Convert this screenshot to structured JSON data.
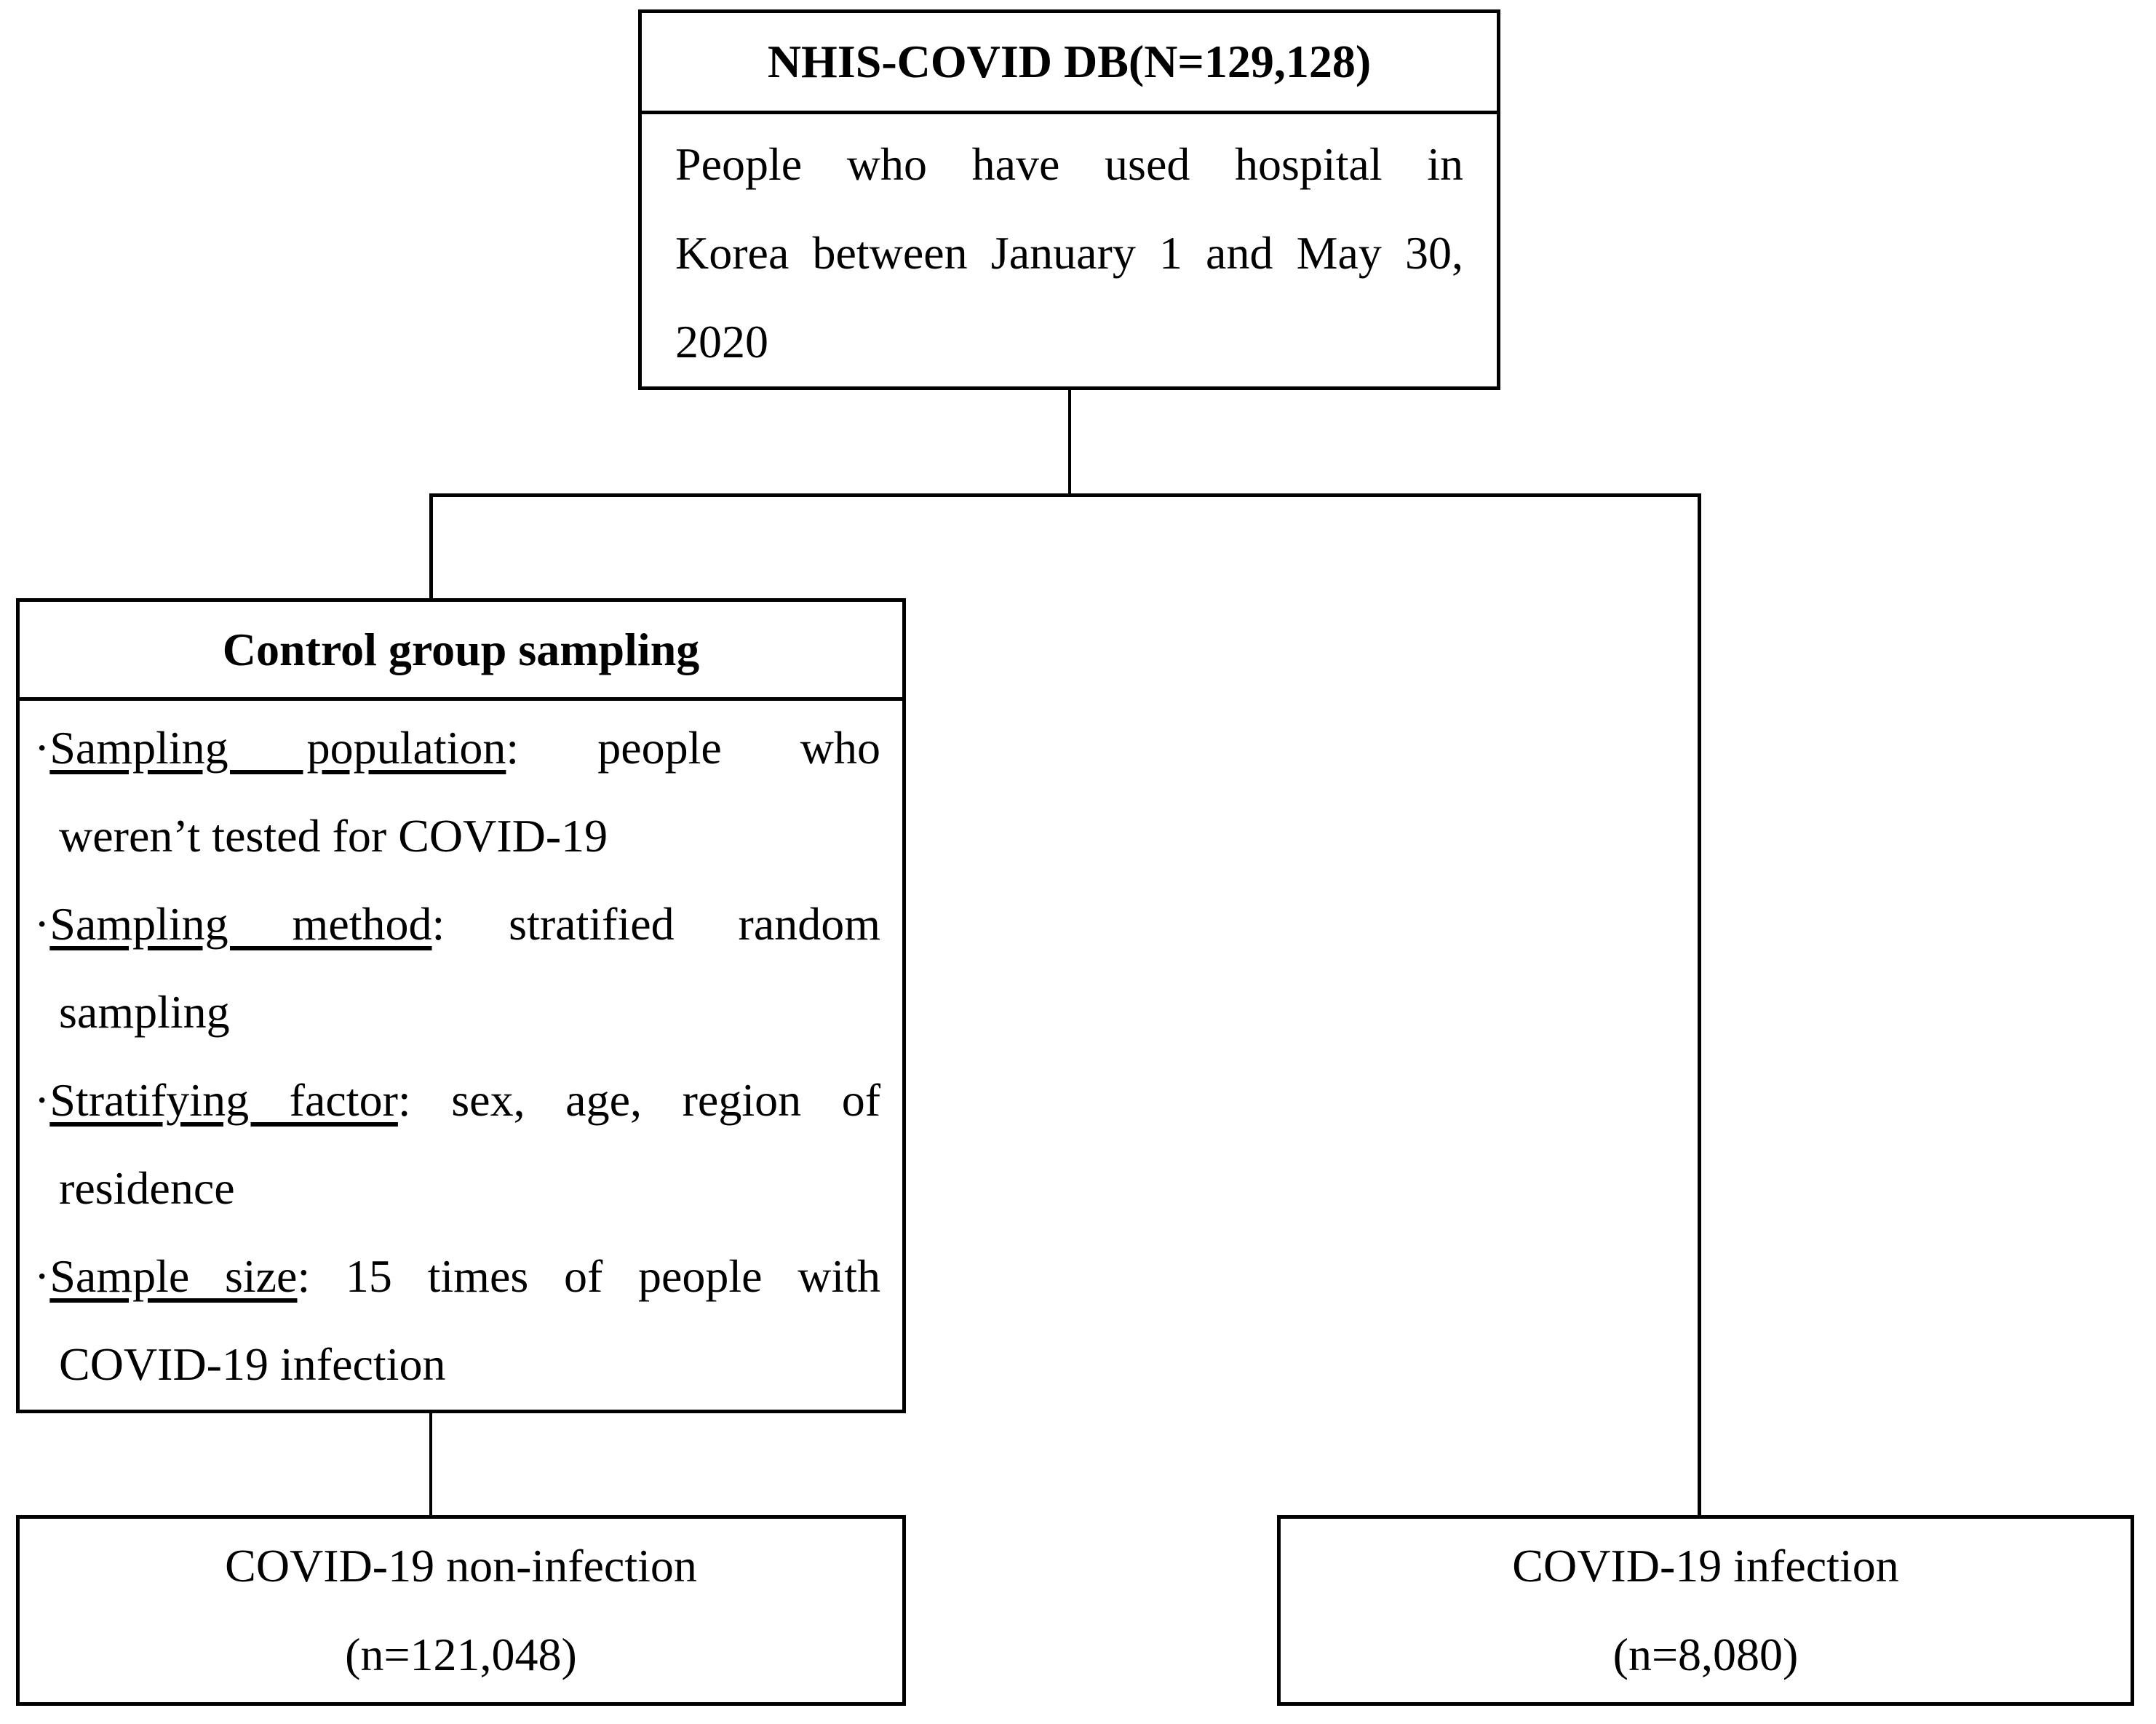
{
  "diagram": {
    "colors": {
      "background": "#ffffff",
      "line": "#000000",
      "text": "#000000"
    },
    "top_box": {
      "title": "NHIS-COVID DB(N=129,128)",
      "body_line1": "People who have used hospital in",
      "body_line2": "Korea between January 1 and May 30,",
      "body_line3": "2020"
    },
    "control_box": {
      "title": "Control group sampling",
      "items": [
        {
          "bullet": "·",
          "term": "Sampling population",
          "rest": ": people who",
          "cont": "weren’t tested for COVID-19"
        },
        {
          "bullet": "·",
          "term": "Sampling method",
          "rest": ": stratified random",
          "cont": "sampling"
        },
        {
          "bullet": "·",
          "term": "Stratifying factor",
          "rest": ": sex, age, region of",
          "cont": "residence"
        },
        {
          "bullet": "·",
          "term": "Sample size",
          "rest": ": 15 times of people with",
          "cont": "COVID-19 infection"
        }
      ]
    },
    "non_infection_box": {
      "line1": "COVID-19 non-infection",
      "line2": "(n=121,048)"
    },
    "infection_box": {
      "line1": "COVID-19 infection",
      "line2": "(n=8,080)"
    }
  }
}
